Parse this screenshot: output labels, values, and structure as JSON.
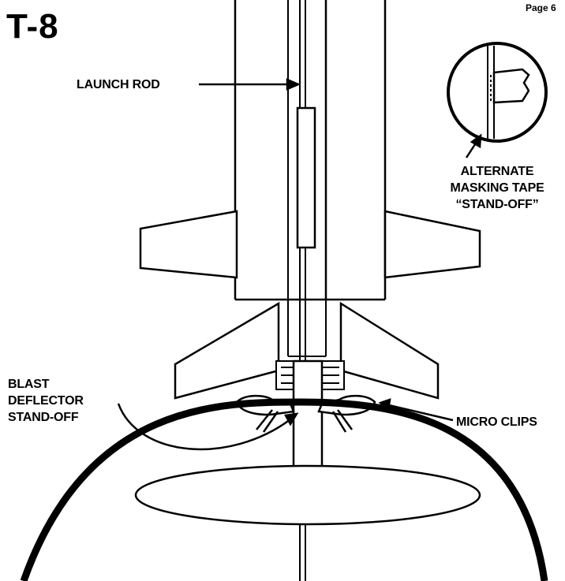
{
  "page": {
    "number": "Page 6",
    "figure_id": "T-8"
  },
  "labels": {
    "launch_rod": "LAUNCH ROD",
    "tape_line1": "ALTERNATE",
    "tape_line2": "MASKING TAPE",
    "tape_line3": "“STAND-OFF”",
    "blast_line1": "BLAST",
    "blast_line2": "DEFLECTOR",
    "blast_line3": "STAND-OFF",
    "micro_clips": "MICRO CLIPS"
  }
}
